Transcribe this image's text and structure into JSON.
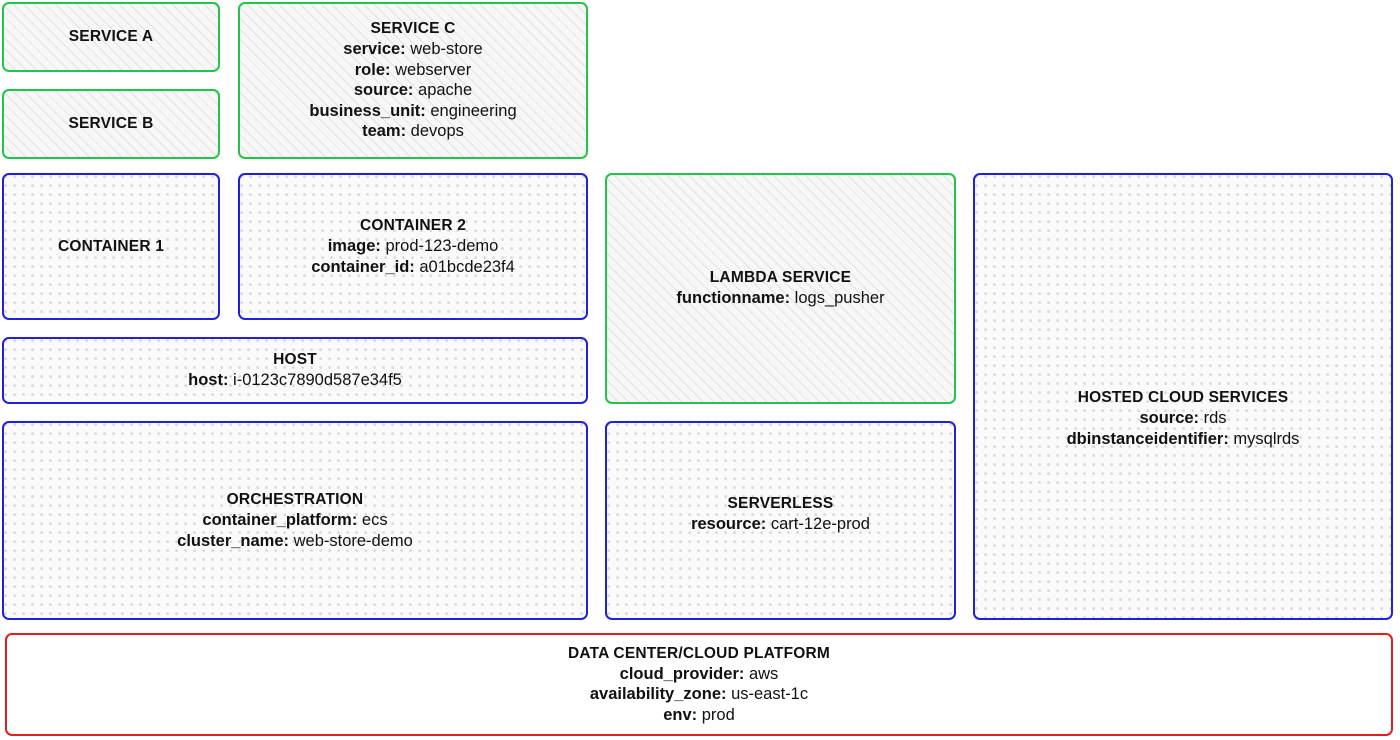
{
  "diagram": {
    "title": "Data center / cloud platform layered infrastructure diagram",
    "colors": {
      "green_border": "#22c54a",
      "blue_border": "#2121dd",
      "red_border": "#e01f1f",
      "hatch_fill": "#f7f7f7",
      "dot_fill": "#fafafa",
      "plain_fill": "#ffffff",
      "text": "#111111"
    }
  },
  "boxes": {
    "service_a": {
      "title": "SERVICE A",
      "attrs": []
    },
    "service_b": {
      "title": "SERVICE B",
      "attrs": []
    },
    "service_c": {
      "title": "SERVICE C",
      "attrs": [
        {
          "key": "service:",
          "value": "web-store"
        },
        {
          "key": "role:",
          "value": "webserver"
        },
        {
          "key": "source:",
          "value": "apache"
        },
        {
          "key": "business_unit:",
          "value": "engineering"
        },
        {
          "key": "team:",
          "value": "devops"
        }
      ]
    },
    "container_1": {
      "title": "CONTAINER 1",
      "attrs": []
    },
    "container_2": {
      "title": "CONTAINER 2",
      "attrs": [
        {
          "key": "image:",
          "value": "prod-123-demo"
        },
        {
          "key": "container_id:",
          "value": "a01bcde23f4"
        }
      ]
    },
    "lambda_service": {
      "title": "LAMBDA SERVICE",
      "attrs": [
        {
          "key": "functionname:",
          "value": "logs_pusher"
        }
      ]
    },
    "hosted_cloud_services": {
      "title": "HOSTED CLOUD SERVICES",
      "attrs": [
        {
          "key": "source:",
          "value": "rds"
        },
        {
          "key": "dbinstanceidentifier:",
          "value": "mysqlrds"
        }
      ]
    },
    "host": {
      "title": "HOST",
      "attrs": [
        {
          "key": "host:",
          "value": "i-0123c7890d587e34f5"
        }
      ]
    },
    "orchestration": {
      "title": "ORCHESTRATION",
      "attrs": [
        {
          "key": "container_platform:",
          "value": "ecs"
        },
        {
          "key": "cluster_name:",
          "value": "web-store-demo"
        }
      ]
    },
    "serverless": {
      "title": "SERVERLESS",
      "attrs": [
        {
          "key": "resource:",
          "value": "cart-12e-prod"
        }
      ]
    },
    "data_center": {
      "title": "DATA CENTER/CLOUD PLATFORM",
      "attrs": [
        {
          "key": "cloud_provider:",
          "value": "aws"
        },
        {
          "key": "availability_zone:",
          "value": "us-east-1c"
        },
        {
          "key": "env:",
          "value": "prod"
        }
      ]
    }
  }
}
